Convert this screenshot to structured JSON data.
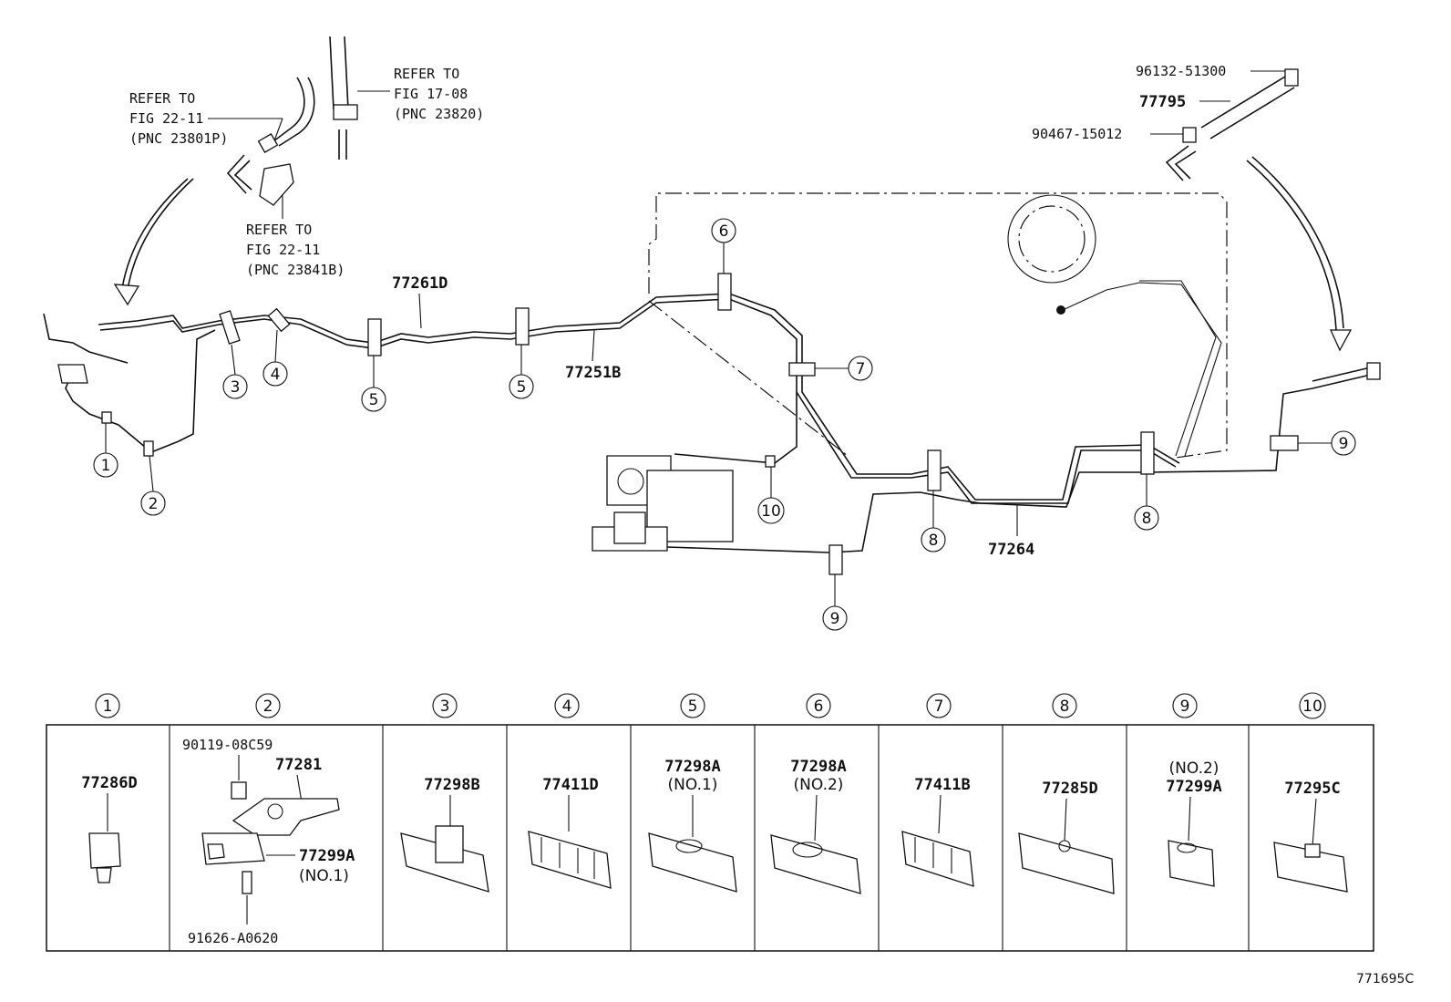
{
  "refs": {
    "ref_a": {
      "line1": "REFER TO",
      "line2": "FIG 22-11",
      "line3": "(PNC 23801P)"
    },
    "ref_b": {
      "line1": "REFER TO",
      "line2": "FIG 17-08",
      "line3": "(PNC 23820)"
    },
    "ref_c": {
      "line1": "REFER TO",
      "line2": "FIG 22-11",
      "line3": "(PNC 23841B)"
    }
  },
  "parts": {
    "p96132": "96132-51300",
    "p77795": "77795",
    "p90467": "90467-15012",
    "p77261D": "77261D",
    "p77251B": "77251B",
    "p77264": "77264"
  },
  "callouts": {
    "c1": "1",
    "c2": "2",
    "c3": "3",
    "c4": "4",
    "c5a": "5",
    "c5b": "5",
    "c6": "6",
    "c7": "7",
    "c8a": "8",
    "c8b": "8",
    "c9a": "9",
    "c9b": "9",
    "c10": "10"
  },
  "table": {
    "headers": [
      "1",
      "2",
      "3",
      "4",
      "5",
      "6",
      "7",
      "8",
      "9",
      "10"
    ],
    "cells": [
      {
        "label": "77286D"
      },
      {
        "top": "90119-08C59",
        "label": "77281",
        "sub": "77299A",
        "sub2": "(NO.1)",
        "bottom": "91626-A0620"
      },
      {
        "label": "77298B"
      },
      {
        "label": "77411D"
      },
      {
        "label": "77298A",
        "sub": "(NO.1)"
      },
      {
        "label": "77298A",
        "sub": "(NO.2)"
      },
      {
        "label": "77411B"
      },
      {
        "label": "77285D"
      },
      {
        "pre": "(NO.2)",
        "label": "77299A"
      },
      {
        "label": "77295C"
      }
    ]
  },
  "figure_code": "771695C"
}
